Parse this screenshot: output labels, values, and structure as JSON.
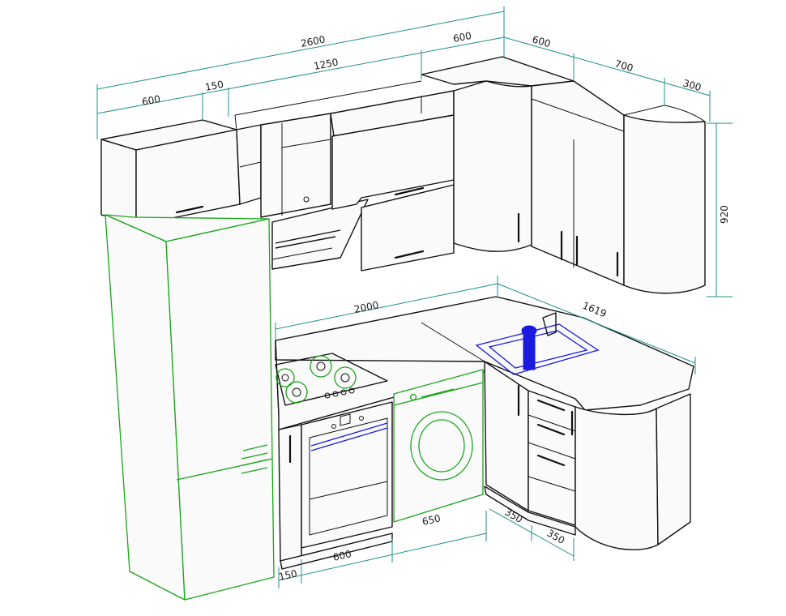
{
  "dimensions": {
    "upper_total": "2600",
    "upper_left_cab": "600",
    "upper_gap": "150",
    "upper_middle": "1250",
    "upper_corner": "600",
    "right_corner": "600",
    "right_middle": "700",
    "right_end": "300",
    "upper_height": "920",
    "counter_left": "2000",
    "counter_right": "1619",
    "base_gap": "150",
    "oven_width": "600",
    "washer_width": "650",
    "base_right_a": "350",
    "base_right_b": "350"
  },
  "colors": {
    "fridge": "#19a519",
    "washer": "#19a519",
    "sink": "#1a1ae0",
    "dimension_lines": "#1f8f8f"
  }
}
